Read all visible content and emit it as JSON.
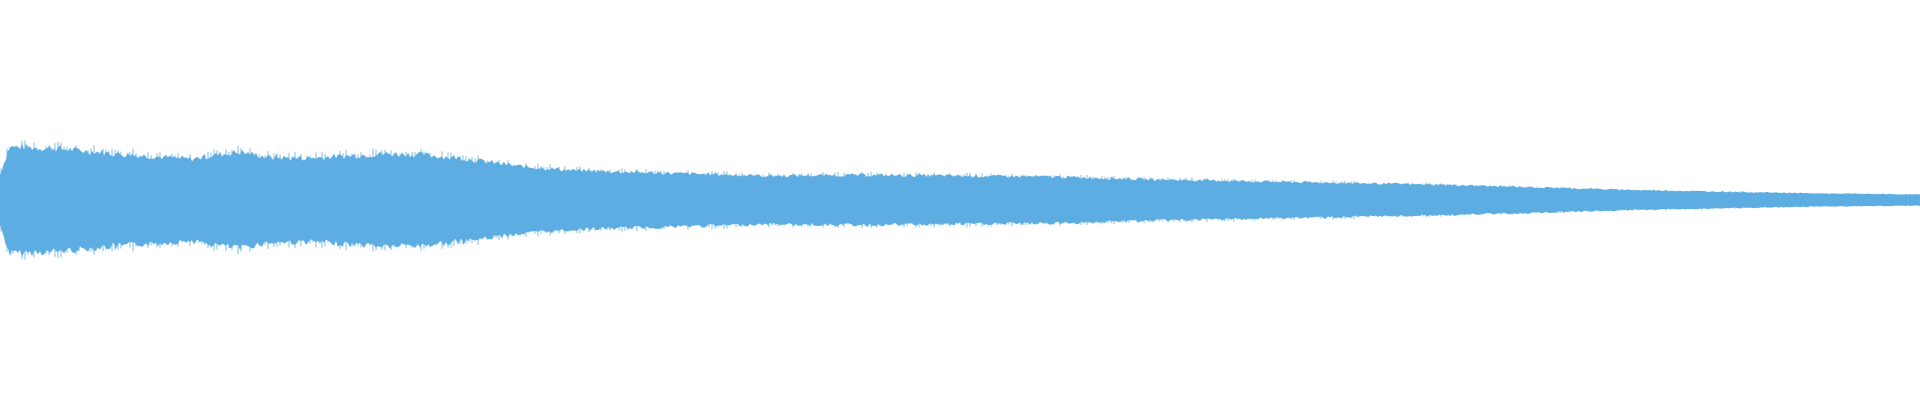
{
  "chart_data": {
    "type": "area",
    "title": "",
    "xlabel": "",
    "ylabel": "",
    "grid": false,
    "ylim": [
      -1,
      1
    ],
    "color": "#5dade2",
    "x": [
      0.0,
      0.005,
      0.03,
      0.06,
      0.1,
      0.11,
      0.125,
      0.14,
      0.16,
      0.2,
      0.22,
      0.24,
      0.27,
      0.3,
      0.35,
      0.4,
      0.45,
      0.5,
      0.55,
      0.6,
      0.65,
      0.7,
      0.75,
      0.8,
      0.85,
      0.9,
      0.95,
      1.0
    ],
    "series": [
      {
        "amplitude": [
          0.28,
          0.6,
          0.58,
          0.52,
          0.46,
          0.5,
          0.54,
          0.48,
          0.47,
          0.52,
          0.51,
          0.47,
          0.38,
          0.33,
          0.3,
          0.27,
          0.28,
          0.27,
          0.26,
          0.23,
          0.21,
          0.19,
          0.17,
          0.14,
          0.11,
          0.09,
          0.07,
          0.06
        ]
      }
    ]
  }
}
